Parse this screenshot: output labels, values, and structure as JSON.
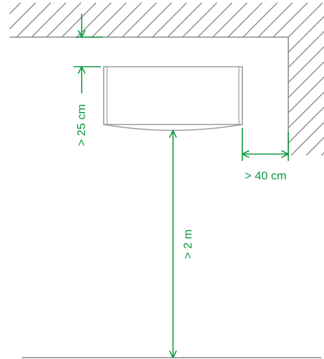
{
  "colors": {
    "dimension": "#0a9a3c",
    "wall": "#8a8a8a",
    "unit": "#9a9a9a",
    "floor": "#8a8a8a",
    "background": "#ffffff"
  },
  "dimensions": {
    "ceiling_clearance": "> 25 cm",
    "side_clearance": "> 40 cm",
    "floor_height": "> 2 m"
  }
}
